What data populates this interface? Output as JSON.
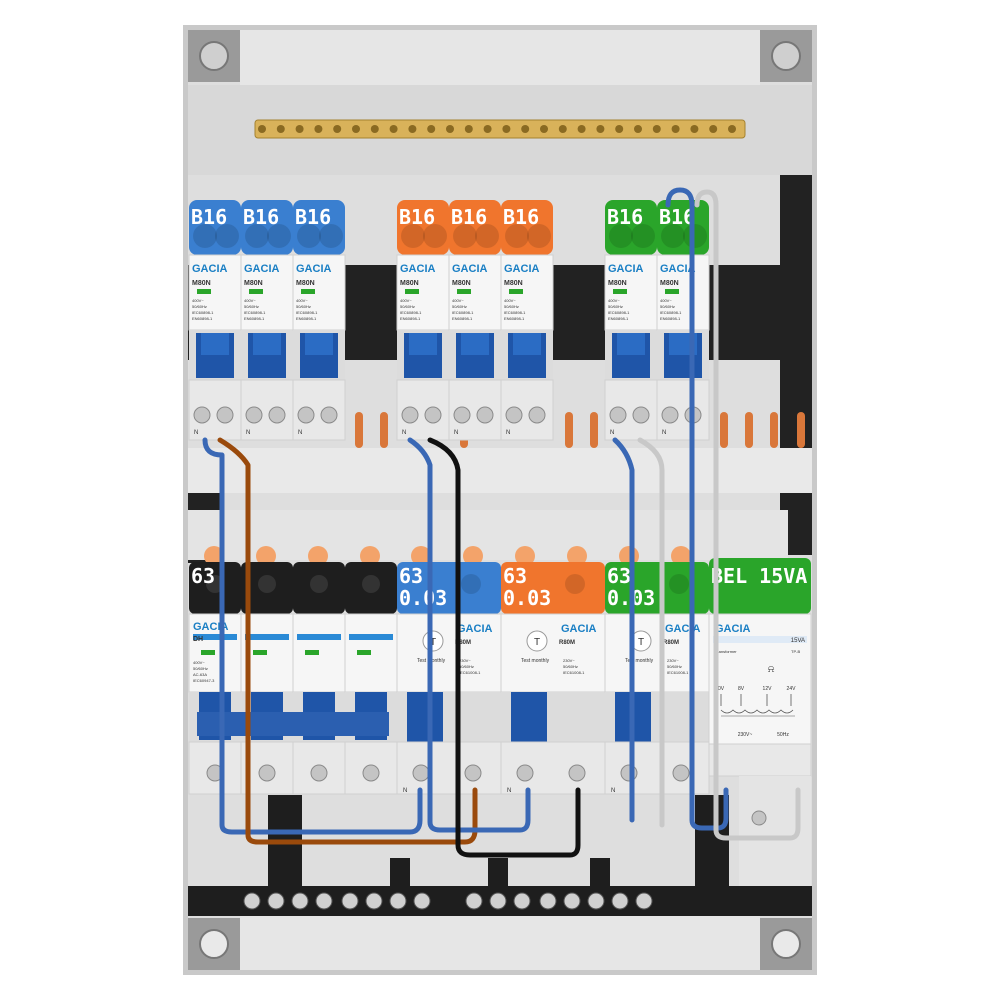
{
  "brand": "GACIA",
  "colors": {
    "blue": "#3a7fd0",
    "orange": "#f0752d",
    "green": "#2aa52a",
    "black": "#1e1e1e",
    "enclosure": "#dcdcdc",
    "lever": "#1f55a8"
  },
  "mcb": {
    "model": "M80N",
    "spec_lines": [
      "400V~",
      "50/60Hz",
      "IEC60898-1",
      "EN60898-1"
    ],
    "units": [
      {
        "rating": "B16",
        "color": "blue"
      },
      {
        "rating": "B16",
        "color": "blue"
      },
      {
        "rating": "B16",
        "color": "blue"
      },
      {
        "rating": "B16",
        "color": "orange"
      },
      {
        "rating": "B16",
        "color": "orange"
      },
      {
        "rating": "B16",
        "color": "orange"
      },
      {
        "rating": "B16",
        "color": "green"
      },
      {
        "rating": "B16",
        "color": "green"
      }
    ],
    "terminal_label": "N"
  },
  "main_switch": {
    "rating": "63",
    "model": "DH",
    "spec_lines": [
      "400V~",
      "50/60Hz",
      "AC-63A",
      "IEC60947-3"
    ]
  },
  "rcds": [
    {
      "rating_line1": "63",
      "rating_line2": "0.03",
      "color": "blue",
      "model": "R80M",
      "test_text": "Test monthly",
      "terminal_label": "N"
    },
    {
      "rating_line1": "63",
      "rating_line2": "0.03",
      "color": "orange",
      "model": "R80M",
      "test_text": "Test monthly",
      "terminal_label": "N"
    },
    {
      "rating_line1": "63",
      "rating_line2": "0.03",
      "color": "green",
      "model": "R80M",
      "test_text": "Test monthly",
      "terminal_label": "N"
    }
  ],
  "rcd_spec_lines": [
    "230V~",
    "50/60Hz",
    "IEC61008-1"
  ],
  "bell_transformer": {
    "label": "BEL 15VA",
    "name": "Transformer",
    "power": "15VA",
    "model": "TP-B",
    "taps": [
      "0V",
      "8V",
      "12V",
      "24V"
    ],
    "primary": "230V~",
    "freq": "50Hz"
  }
}
